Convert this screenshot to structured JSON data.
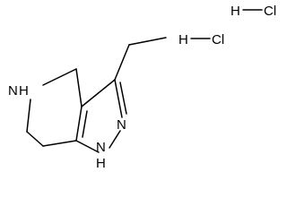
{
  "structure": {
    "atoms": {
      "n_ring_nh": "N",
      "n_ring_h": "H",
      "n_pyrazole": "N",
      "n_pyrazole_nh": "N",
      "n_pyrazole_h": "H"
    },
    "salts": [
      {
        "h": "H",
        "cl": "Cl"
      },
      {
        "h": "H",
        "cl": "Cl"
      }
    ]
  }
}
